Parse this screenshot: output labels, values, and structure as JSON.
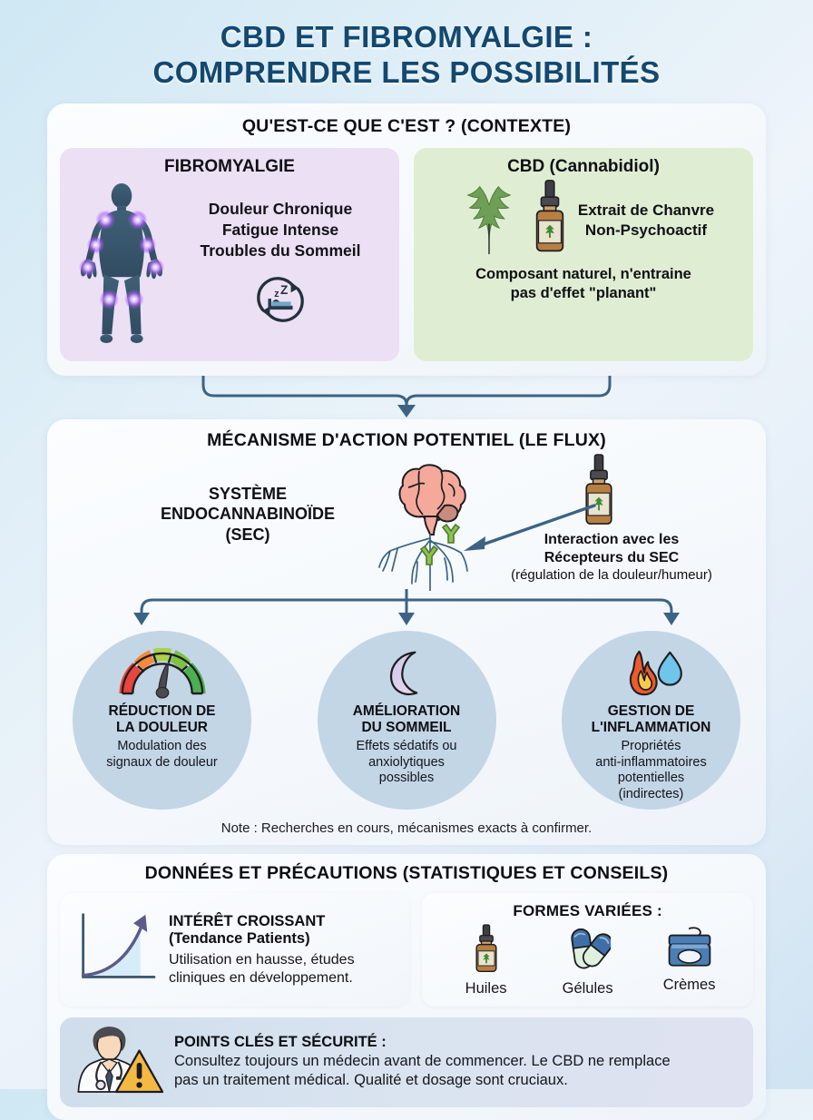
{
  "title": {
    "line1": "CBD ET FIBROMYALGIE :",
    "line2": "COMPRENDRE LES POSSIBILITÉS",
    "color": "#13486f"
  },
  "context": {
    "heading": "QU'EST-CE QUE C'EST ? (CONTEXTE)",
    "fibromyalgia": {
      "title": "FIBROMYALGIE",
      "symptom1": "Douleur Chronique",
      "symptom2": "Fatigue Intense",
      "symptom3": "Troubles du Sommeil",
      "card_color": "#ece0f5",
      "body_color": "#3c5a73",
      "pain_point_color": "#a855f7"
    },
    "cbd": {
      "title": "CBD (Cannabidiol)",
      "caption_line1": "Extrait de Chanvre",
      "caption_line2": "Non-Psychoactif",
      "footer_line1": "Composant naturel, n'entraine",
      "footer_line2": "pas d'effet \"planant\"",
      "card_color": "#dfeed3",
      "leaf_color": "#6f9e56"
    }
  },
  "mechanism": {
    "heading": "MÉCANISME D'ACTION POTENTIEL (LE FLUX)",
    "sec_label_line1": "SYSTÈME",
    "sec_label_line2": "ENDOCANNABINOÏDE",
    "sec_label_line3": "(SEC)",
    "interaction_line1": "Interaction avec les",
    "interaction_line2": "Récepteurs du SEC",
    "interaction_sub": "(régulation de la douleur/humeur)",
    "brain_color": "#f4a99b",
    "receptor_color": "#8cc152",
    "arrow_color": "#3c6384",
    "benefits": [
      {
        "icon": "gauge-icon",
        "title_line1": "RÉDUCTION DE",
        "title_line2": "LA DOULEUR",
        "desc_line1": "Modulation des",
        "desc_line2": "signaux de douleur"
      },
      {
        "icon": "moon-icon",
        "title_line1": "AMÉLIORATION",
        "title_line2": "DU SOMMEIL",
        "desc_line1": "Effets sédatifs ou",
        "desc_line2": "anxiolytiques",
        "desc_line3": "possibles"
      },
      {
        "icon": "flame-droplet-icon",
        "title_line1": "GESTION DE",
        "title_line2": "L'INFLAMMATION",
        "desc_line1": "Propriétés",
        "desc_line2": "anti-inflammatoires",
        "desc_line3": "potentielles",
        "desc_line4": "(indirectes)"
      }
    ],
    "note": "Note : Recherches en cours, mécanismes exacts à confirmer.",
    "circle_color": "#c3d6e6"
  },
  "data_section": {
    "heading": "DONNÉES ET PRÉCAUTIONS (STATISTIQUES ET CONSEILS)",
    "trend": {
      "title": "INTÉRÊT CROISSANT",
      "subtitle": "(Tendance Patients)",
      "desc_line1": "Utilisation en hausse, études",
      "desc_line2": "cliniques en développement.",
      "curve_color": "#5b5a8c",
      "fill_color": "#d6ecf8"
    },
    "forms": {
      "title": "FORMES VARIÉES :",
      "items": [
        {
          "icon": "dropper-bottle-icon",
          "label": "Huiles"
        },
        {
          "icon": "capsules-icon",
          "label": "Gélules"
        },
        {
          "icon": "cream-jar-icon",
          "label": "Crèmes"
        }
      ]
    },
    "safety": {
      "title": "POINTS CLÉS ET SÉCURITÉ :",
      "body_line1": "Consultez toujours un médecin avant de commencer. Le CBD ne remplace",
      "body_line2": "pas un traitement médical. Qualité et dosage sont cruciaux.",
      "panel_color": "#d5e0ee",
      "warning_color": "#f4b942"
    }
  }
}
